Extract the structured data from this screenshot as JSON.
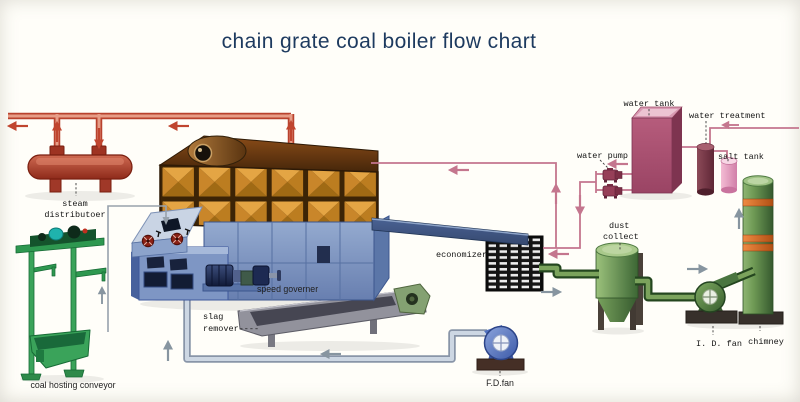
{
  "title": "chain grate coal boiler flow chart",
  "labels": {
    "steam_distributor": [
      "steam",
      "distributoer"
    ],
    "coal_conveyor": "coal hosting conveyor",
    "speed_governor": "speed governer",
    "slag_remover": [
      "slag",
      "remover----"
    ],
    "fd_fan": "F.D.fan",
    "economizer": "economizer----",
    "dust_collector": [
      "dust",
      "collect"
    ],
    "id_fan": "I. D. fan",
    "chimney": "chimney",
    "water_pump": "water pump",
    "water_tank": "water tank",
    "water_treatment": "water treatment",
    "salt_tank": "salt tank"
  },
  "palette": {
    "title_navy": "#1d3a5f",
    "steam_pipe_red": "#c0452f",
    "feedwater_pipe_pink": "#c4768e",
    "flue_pipe_green": "#3f6b3b",
    "air_duct_grey": "#9aa8b8",
    "boiler_panel_orange": "#d28e2e",
    "boiler_body_blue": "#7e96c4",
    "tank_maroon": "#a5496b",
    "background": "#fdfcf7"
  }
}
